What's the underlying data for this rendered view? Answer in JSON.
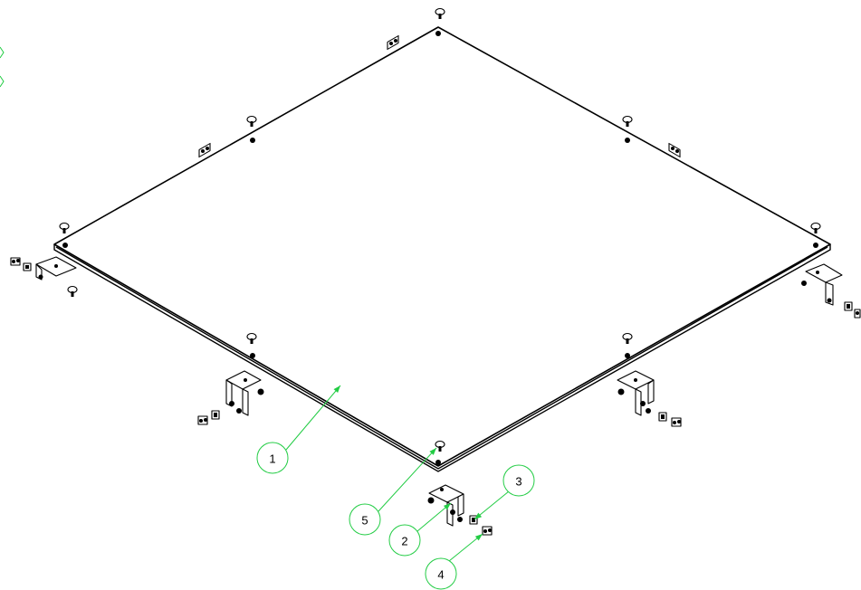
{
  "drawing": {
    "line_color": "#000000",
    "background": "#ffffff",
    "annotation_color": "#22cc44"
  },
  "balloons": [
    {
      "id": "1",
      "label": "1"
    },
    {
      "id": "2",
      "label": "2"
    },
    {
      "id": "3",
      "label": "3"
    },
    {
      "id": "4",
      "label": "4"
    },
    {
      "id": "5",
      "label": "5"
    }
  ]
}
